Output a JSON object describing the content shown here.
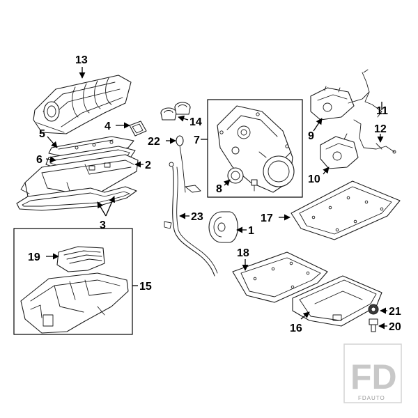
{
  "diagram": {
    "callouts": {
      "c1": "1",
      "c2": "2",
      "c3": "3",
      "c4": "4",
      "c5": "5",
      "c6": "6",
      "c7": "7",
      "c8": "8",
      "c9": "9",
      "c10": "10",
      "c11": "11",
      "c12": "12",
      "c13": "13",
      "c14": "14",
      "c15": "15",
      "c16": "16",
      "c17": "17",
      "c18": "18",
      "c19": "19",
      "c20": "20",
      "c21": "21",
      "c22": "22",
      "c23": "23"
    },
    "colors": {
      "line": "#1a1a1a",
      "watermark": "#c8c8c8",
      "background": "#ffffff"
    }
  },
  "watermark": {
    "logo_text": "FD",
    "sub_text": "FDAUTO"
  }
}
